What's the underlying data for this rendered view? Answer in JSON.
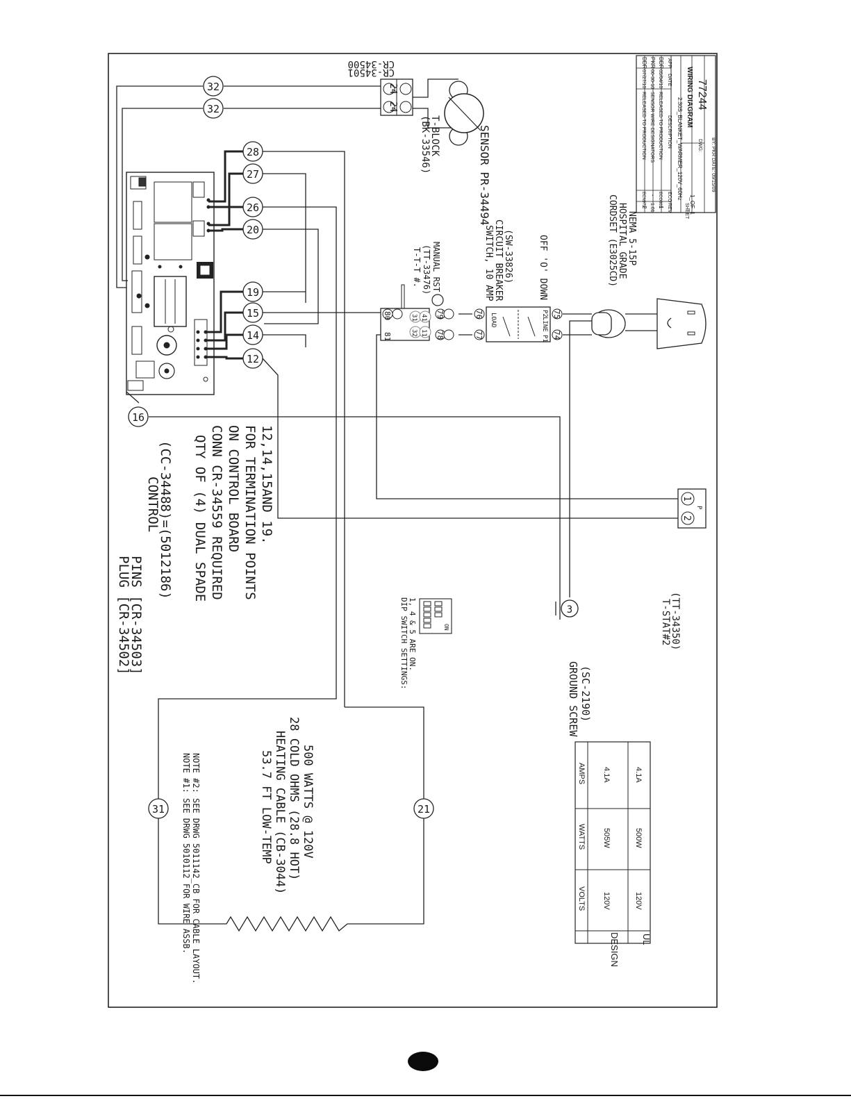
{
  "control": {
    "plug_pins": [
      "PLUG [CR-34502]",
      "PINS [CR-34503]"
    ],
    "name": "CONTROL",
    "part": "(CC-34488)=(5012186)",
    "spade_note": [
      "QTY OF (4) DUAL SPADE",
      "CONN CR-34559 REQUIRED",
      "ON CONTROL BOARD",
      "FOR TERMINATION POINTS",
      "12,14,15AND 19."
    ]
  },
  "terminals": {
    "t12": "12",
    "t14": "14",
    "t15": "15",
    "t19": "19",
    "t20": "20",
    "t26": "26",
    "t27": "27",
    "t28": "28",
    "t16": "16",
    "t32a": "32",
    "t32b": "32",
    "t31": "31",
    "t21": "21",
    "t3": "3",
    "t1": "1",
    "t2": "2"
  },
  "sensor": {
    "connectors": [
      "CR-34500",
      "CR-34501"
    ],
    "block_label": "T-BLOCK",
    "block_part": "(BK-33546)",
    "terminals": [
      "24",
      "24"
    ],
    "sensor_label": "SENSOR PR-34494"
  },
  "tstat1": {
    "label": "T-T-T #.",
    "part": "(TT-33476)",
    "manual": "MANUAL RST",
    "terminals": [
      "80",
      "81",
      "79",
      "78",
      "32",
      "31",
      "41",
      "11"
    ]
  },
  "switch": {
    "label": [
      "SWITCH, 10 AMP",
      "CIRCUIT BREAKER",
      "(SW-33826)"
    ],
    "off_down": "OFF 'O' DOWN",
    "terminals": [
      "76",
      "77",
      "75",
      "74"
    ],
    "load": "LOAD",
    "line": "LINE",
    "p1": "P1",
    "p2": "P2"
  },
  "cordset": {
    "label": [
      "CORDSET (E3025CD)",
      "HOSPITAL GRADE",
      "NEMA 5-15P"
    ]
  },
  "tstat2": {
    "label": "T-STAT#2",
    "part": "(TT-34350)",
    "p": "P"
  },
  "dip": {
    "label": [
      "DIP SWITCH SETTINGS:",
      "1, 4 & 5 ARE ON."
    ],
    "on": "ON"
  },
  "ground": {
    "label": [
      "GROUND SCREW",
      "(SC-2190)"
    ]
  },
  "cable": {
    "label": [
      "53.7 FT LOW-TEMP",
      "HEATING CABLE (CB-3044)",
      "28 COLD OHMS (28.8 HOT)",
      "500 WATTS @ 120V"
    ]
  },
  "spec_table": {
    "headers": [
      "VOLTS",
      "WATTS",
      "AMPS"
    ],
    "rows": [
      {
        "label": "DESIGN",
        "volts": "120V",
        "watts": "505W",
        "amps": "4.1A"
      },
      {
        "label": "UL",
        "volts": "120V",
        "watts": "500W",
        "amps": "4.1A"
      }
    ]
  },
  "notes": [
    "NOTE #1: SEE DRWG 5010112 FOR WIRE ASSB.",
    "NOTE #2: SEE DRWG 5011142_CB FOR CABLE LAYOUT."
  ],
  "title_block": {
    "rev_rows": [
      {
        "rev": "2",
        "eco": "ECN972",
        "desc": "RELEASED TO PRODUCTION",
        "date": "07/27/10",
        "app": "DDR"
      },
      {
        "rev": "1.01",
        "eco": "-",
        "desc": "SENSOR WIRE DESIGNATORS",
        "date": "06-30-10",
        "app": "PKR"
      },
      {
        "rev": "1",
        "eco": "ECO861",
        "desc": "RELEASED TO PRODUCTION",
        "date": "05/04/10",
        "app": "DDR"
      }
    ],
    "rev_header": {
      "rev": "REV",
      "eco": "ECO",
      "desc": "DESCRIPTION",
      "date": "DATE",
      "app": "APP"
    },
    "file": "2.30S_BLANKET_WARMER_120V_60Hz",
    "sheet_label": "SHEET",
    "sheet": "1_OF_1",
    "title": "WIRING DIAGRAM",
    "by": "BY: PKR DATE: 09/15/09",
    "dwg_label": "DWG:",
    "dwg": "77244"
  }
}
